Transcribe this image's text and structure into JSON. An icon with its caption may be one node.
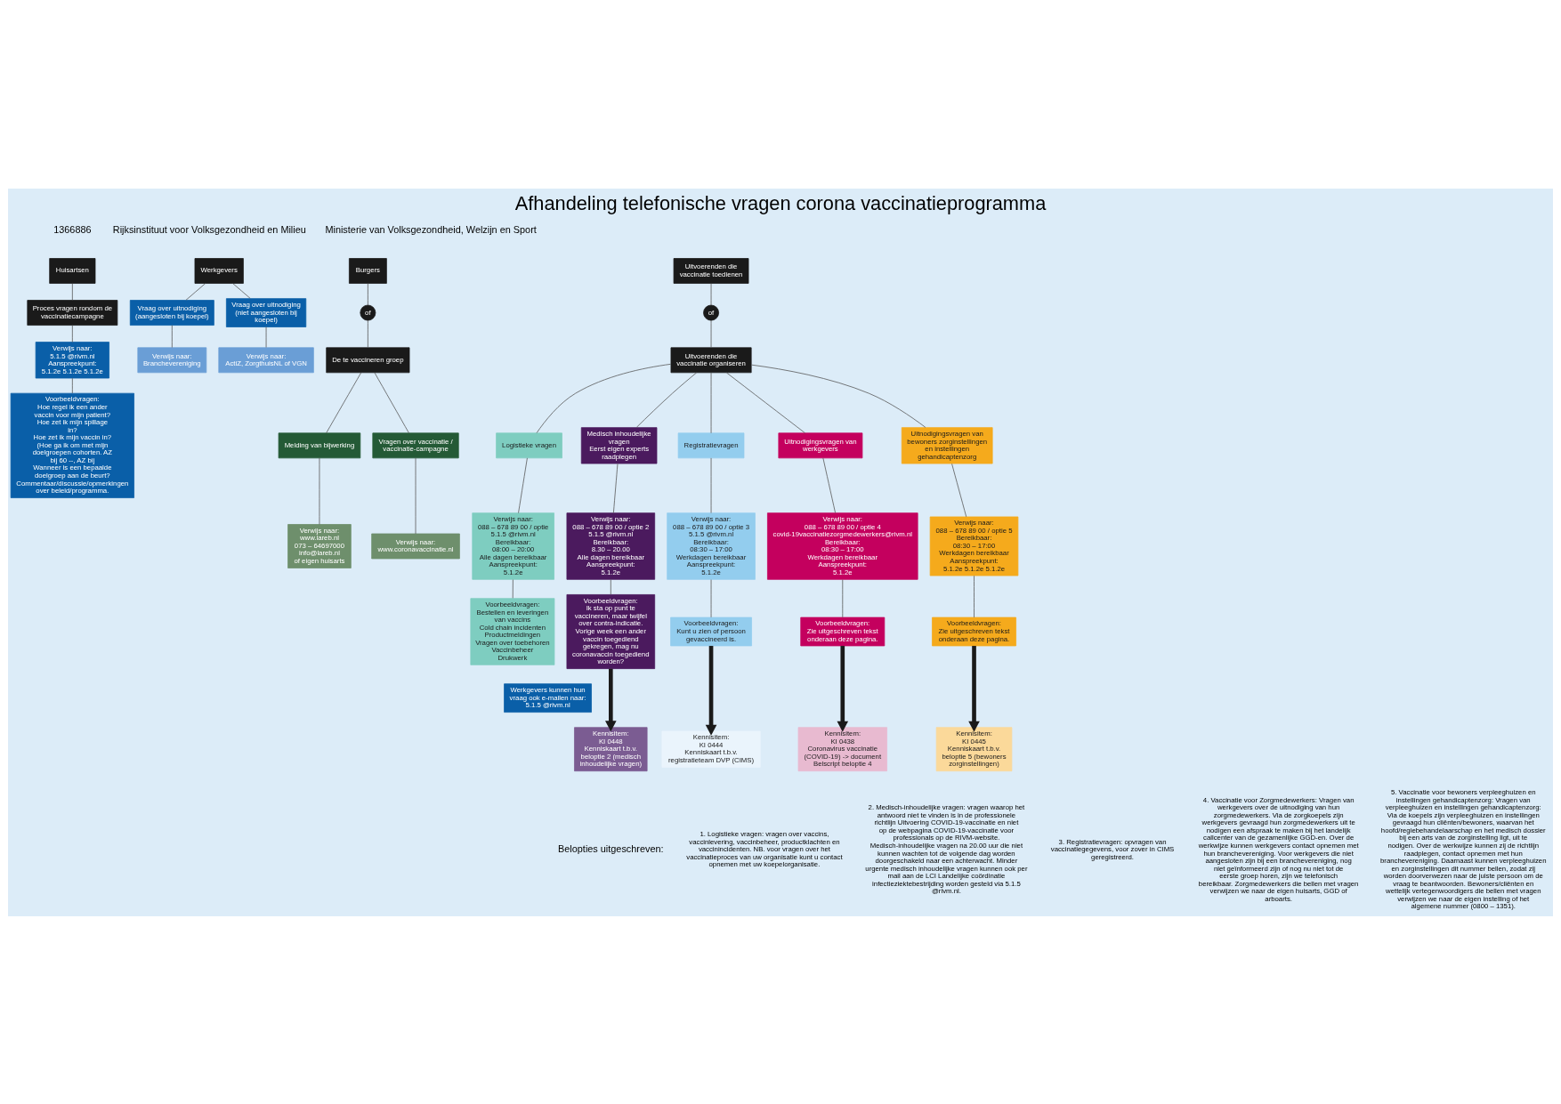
{
  "diagram": {
    "title": "Afhandeling telefonische vragen corona vaccinatieprogramma",
    "nodes": [
      {
        "text": [
          "Huisartsen"
        ]
      },
      {
        "text": [
          "Proces vragen rondom de vaccinatiecampagne"
        ]
      },
      {
        "text": [
          "Verwijs naar:",
          "5.1.5 @rivm.nl",
          "Aanspreekpunt:",
          "5.1.2e 5.1.2e 5.1.2e"
        ]
      },
      {
        "text": [
          "Voorbeeldvragen:",
          "Hoe regel ik een ander vaccin voor mijn patient?",
          "Hoe zet ik mijn spillage in?",
          "Hoe zet ik mijn vaccin in? (Hoe ga ik om met mijn doelgroepen cohorten. AZ bij 60 --, AZ bij",
          "Wanneer is een bepaalde doelgroep aan de beurt?",
          "Commentaar/discussie/opmerkingen over beleid/programma."
        ]
      },
      {
        "text": [
          "Werkgevers"
        ]
      },
      {
        "text": [
          "Vraag over uitnodiging (aangesloten bij koepel)"
        ]
      },
      {
        "text": [
          "Vraag over uitnodiging (niet aangesloten bij koepel)"
        ]
      },
      {
        "text": [
          "Verwijs naar:",
          "Branchevereniging"
        ]
      },
      {
        "text": [
          "Verwijs naar:",
          "ActiZ, ZorgthuisNL of VGN"
        ]
      },
      {
        "text": [
          "Werkgevers kunnen hun vraag ook e-mailen naar:",
          "5.1.5 @rivm.nl"
        ]
      },
      {
        "text": [
          "Burgers"
        ]
      },
      {
        "text": [
          "of"
        ]
      },
      {
        "text": [
          "De te vaccineren groep"
        ]
      },
      {
        "text": [
          "Melding van bijwerking"
        ]
      },
      {
        "text": [
          "Vragen over vaccinatie / vaccinatie-campagne"
        ]
      },
      {
        "text": [
          "Verwijs naar:",
          "www.lareb.nl",
          "073 – 64697000",
          "info@lareb.nl",
          "of eigen huisarts"
        ]
      },
      {
        "text": [
          "Verwijs naar:",
          "www.coronavaccinatie.nl"
        ]
      },
      {
        "text": [
          "Uitvoerenden die vaccinatie toedienen"
        ]
      },
      {
        "text": [
          "of"
        ]
      },
      {
        "text": [
          "Uitvoerenden die vaccinatie organiseren"
        ]
      },
      {
        "text": [
          "Logistieke vragen"
        ]
      },
      {
        "text": [
          "Medisch inhoudelijke vragen",
          "Eerst eigen experts raadplegen"
        ]
      },
      {
        "text": [
          "Registratievragen"
        ]
      },
      {
        "text": [
          "Uitnodigingsvragen van werkgevers"
        ]
      },
      {
        "text": [
          "Uitnodigingsvragen van bewoners zorginstellingen en instellingen gehandicaptenzorg"
        ]
      },
      {
        "text": [
          "Verwijs naar:",
          "088 – 678 89 00 / optie",
          "5.1.5 @rivm.nl",
          "Bereikbaar:",
          "08:00 – 20:00",
          "Alle dagen bereikbaar",
          "Aanspreekpunt:",
          "5.1.2e"
        ]
      },
      {
        "text": [
          "Verwijs naar:",
          "088 – 678 89 00 / optie 2",
          "5.1.5 @rivm.nl",
          "Bereikbaar:",
          "8.30 – 20.00",
          "Alle dagen bereikbaar",
          "Aanspreekpunt:",
          "5.1.2e"
        ]
      },
      {
        "text": [
          "Verwijs naar:",
          "088 – 678 89 00 / optie 3",
          "5.1.5 @rivm.nl",
          "Bereikbaar:",
          "08:30 – 17:00",
          "Werkdagen bereikbaar",
          "Aanspreekpunt:",
          "5.1.2e"
        ]
      },
      {
        "text": [
          "Verwijs naar:",
          "088 – 678 89 00 / optie 4",
          "covid-19vaccinatiezorgmedewerkers@rivm.nl",
          "Bereikbaar:",
          "08:30 – 17:00",
          "Werkdagen bereikbaar",
          "Aanspreekpunt:",
          "5.1.2e"
        ]
      },
      {
        "text": [
          "Verwijs naar:",
          "088 – 678 89 00 / optie 5",
          "Bereikbaar:",
          "08:30 – 17:00",
          "Werkdagen bereikbaar",
          "Aanspreekpunt:",
          "5.1.2e 5.1.2e 5.1.2e"
        ]
      },
      {
        "text": [
          "Voorbeeldvragen:",
          "Bestellen en leveringen van vaccins",
          "Cold chain incidenten",
          "Productmeldingen",
          "Vragen over toebehoren",
          "Vaccinbeheer",
          "Drukwerk"
        ]
      },
      {
        "text": [
          "Voorbeeldvragen:",
          "Ik sta op punt te vaccineren, maar twijfel over contra-indicatie.",
          "Vorige week een ander vaccin toegediend gekregen, mag nu coronavaccin toegediend worden?"
        ]
      },
      {
        "text": [
          "Voorbeeldvragen:",
          "Kunt u zien of persoon gevaccineerd is."
        ]
      },
      {
        "text": [
          "Voorbeeldvragen:",
          "Zie uitgeschreven tekst onderaan deze pagina."
        ]
      },
      {
        "text": [
          "Voorbeeldvragen:",
          "Zie uitgeschreven tekst onderaan deze pagina."
        ]
      },
      {
        "text": [
          "Kennisitem:",
          "KI 0448",
          "Kenniskaart t.b.v. beloptie 2 (medisch inhoudelijke vragen)"
        ]
      },
      {
        "text": [
          "Kennisitem:",
          "KI 0444",
          "Kenniskaart t.b.v. registratieteam DVP (CIMS)"
        ]
      },
      {
        "text": [
          "Kennisitem:",
          "KI 0438",
          "Coronavirus vaccinatie (COVID-19) -> document Belscript beloptie 4"
        ]
      },
      {
        "text": [
          "Kennisitem:",
          "KI 0445",
          "Kenniskaart t.b.v. beloptie 5 (bewoners zorginstellingen)"
        ]
      }
    ],
    "edges": [
      {
        "from": 0,
        "to": 1,
        "arrow": "none"
      },
      {
        "from": 1,
        "to": 2,
        "arrow": "none"
      },
      {
        "from": 2,
        "to": 3,
        "arrow": "none"
      },
      {
        "from": 4,
        "to": 5,
        "arrow": "none"
      },
      {
        "from": 4,
        "to": 6,
        "arrow": "none"
      },
      {
        "from": 5,
        "to": 7,
        "arrow": "none"
      },
      {
        "from": 6,
        "to": 8,
        "arrow": "none"
      },
      {
        "from": 10,
        "to": 11,
        "arrow": "none"
      },
      {
        "from": 11,
        "to": 12,
        "arrow": "none"
      },
      {
        "from": 12,
        "to": 13,
        "arrow": "none"
      },
      {
        "from": 12,
        "to": 14,
        "arrow": "none"
      },
      {
        "from": 13,
        "to": 15,
        "arrow": "none"
      },
      {
        "from": 14,
        "to": 16,
        "arrow": "none"
      },
      {
        "from": 17,
        "to": 18,
        "arrow": "none"
      },
      {
        "from": 18,
        "to": 19,
        "arrow": "none"
      },
      {
        "from": 19,
        "to": 20,
        "arrow": "none"
      },
      {
        "from": 19,
        "to": 21,
        "arrow": "none"
      },
      {
        "from": 19,
        "to": 22,
        "arrow": "none"
      },
      {
        "from": 19,
        "to": 23,
        "arrow": "none"
      },
      {
        "from": 19,
        "to": 24,
        "arrow": "none"
      },
      {
        "from": 20,
        "to": 25,
        "arrow": "none"
      },
      {
        "from": 21,
        "to": 26,
        "arrow": "none"
      },
      {
        "from": 22,
        "to": 27,
        "arrow": "none"
      },
      {
        "from": 23,
        "to": 28,
        "arrow": "none"
      },
      {
        "from": 24,
        "to": 29,
        "arrow": "none"
      },
      {
        "from": 25,
        "to": 30,
        "arrow": "none"
      },
      {
        "from": 26,
        "to": 31,
        "arrow": "none"
      },
      {
        "from": 27,
        "to": 32,
        "arrow": "none"
      },
      {
        "from": 28,
        "to": 33,
        "arrow": "none"
      },
      {
        "from": 29,
        "to": 34,
        "arrow": "none"
      },
      {
        "from": 31,
        "to": 35,
        "arrow": "to",
        "style": "thick"
      },
      {
        "from": 32,
        "to": 36,
        "arrow": "to",
        "style": "thick"
      },
      {
        "from": 33,
        "to": 37,
        "arrow": "to",
        "style": "thick"
      },
      {
        "from": 34,
        "to": 38,
        "arrow": "to",
        "style": "thick"
      }
    ],
    "labels": [
      "1366886",
      "Rijksinstituut voor Volksgezondheid en Milieu",
      "Ministerie van Volksgezondheid, Welzijn en Sport",
      "Belopties uitgeschreven:",
      "1. Logistieke vragen: vragen over vaccins, vaccinlevering, vaccinbeheer, productklachten en vaccinincidenten. NB. voor vragen over het vaccinatieproces van uw organisatie kunt u contact opnemen met uw koepelorganisatie.",
      "2. Medisch-inhoudelijke vragen: vragen waarop het antwoord niet te vinden is in de professionele richtlijn Uitvoering COVID-19-vaccinatie en niet op de webpagina COVID-19-vaccinatie voor professionals op de RIVM-website. Medisch-inhoudelijke vragen na 20.00 uur die niet kunnen wachten tot de volgende dag worden doorgeschakeld naar een achterwacht. Minder urgente medisch inhoudelijke vragen kunnen ook per mail aan de LCI Landelijke coördinatie infectieziektebestrijding worden gesteld via 5.1.5 @rivm.nl.",
      "3. Registratievragen: opvragen van vaccinatiegegevens, voor zover in CIMS geregistreerd.",
      "4. Vaccinatie voor Zorgmedewerkers: Vragen van werkgevers over de uitnodiging van hun zorgmedewerkers. Via de zorgkoepels zijn werkgevers gevraagd hun zorgmedewerkers uit te nodigen een afspraak te maken bij het landelijk callcenter van de gezamenlijke GGD-en. Over de werkwijze kunnen werkgevers contact opnemen met hun branchevereniging. Voor werkgevers die niet aangesloten zijn bij een branchevereniging, nog niet geïnformeerd zijn of nog nu niet tot de eerste groep horen, zijn we telefonisch bereikbaar. Zorgmedewerkers die bellen met vragen verwijzen we naar de eigen huisarts, GGD of arboarts.",
      "5. Vaccinatie voor bewoners verpleeghuizen en instellingen gehandicaptenzorg: Vragen van verpleeghuizen en instellingen gehandicaptenzorg: Via de koepels zijn verpleeghuizen en instellingen gevraagd hun cliënten/bewoners, waarvan het hoofd/regiebehandelaarschap en het medisch dossier bij een arts van de zorginstelling ligt, uit te nodigen. Over de werkwijze kunnen zij de richtlijn raadplegen, contact opnemen met hun branchevereniging. Daarnaast kunnen verpleeghuizen en zorginstellingen dit nummer bellen, zodat zij worden doorverwezen naar de juiste persoon om de vraag te beantwoorden. Bewoners/cliënten en wettelijk vertegenwoordigers die bellen met vragen verwijzen we naar de eigen instelling of het algemene nummer (0800 – 1351)."
    ]
  }
}
